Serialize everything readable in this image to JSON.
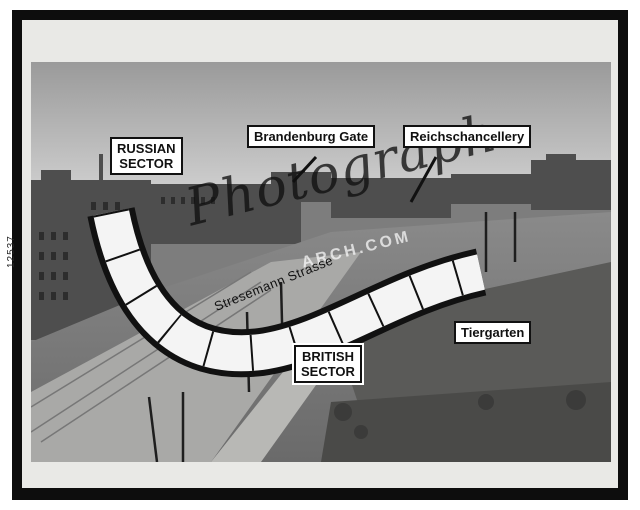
{
  "labels": {
    "russian_sector": "RUSSIAN\nSECTOR",
    "brandenburg_gate": "Brandenburg Gate",
    "reichschancellery": "Reichschancellery",
    "british_sector": "BRITISH\nSECTOR",
    "tiergarten": "Tiergarten",
    "street": "Stresemann Strasse"
  },
  "watermark": {
    "main": "Photograph",
    "sub": "ARCH.COM"
  },
  "side_code": "12537"
}
